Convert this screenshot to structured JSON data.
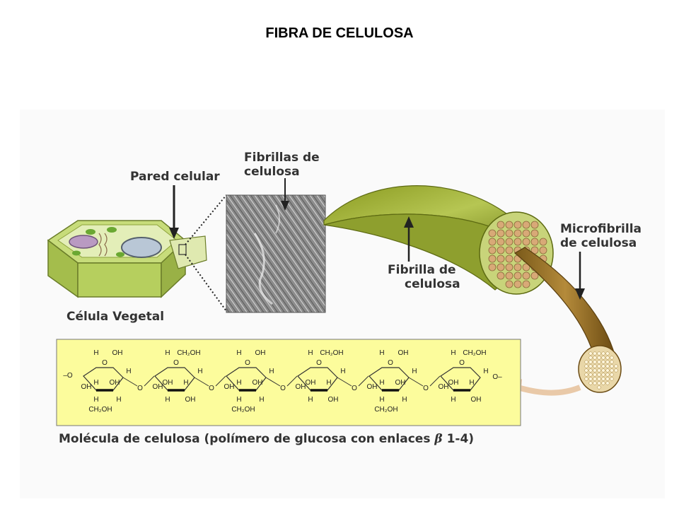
{
  "title": "FIBRA DE CELULOSA",
  "labels": {
    "pared_celular": "Pared celular",
    "fibrillas_line1": "Fibrillas de",
    "fibrillas_line2": "celulosa",
    "fibrilla_line1": "Fibrilla de",
    "fibrilla_line2": "celulosa",
    "microfibrilla_line1": "Microfibrilla",
    "microfibrilla_line2": "de celulosa",
    "celula_vegetal": "Célula Vegetal"
  },
  "caption": {
    "text": "Molécula de celulosa (polímero de glucosa con enlaces",
    "beta": "β",
    "bond": "1-4)"
  },
  "molecule": {
    "rings": [
      {
        "top_left": "H",
        "top_right": "OH",
        "left": "OH",
        "right": "H",
        "inner_left": "H",
        "inner_right": "OH",
        "bottom_left": "H",
        "bottom_right": "H",
        "sub": "CH₂OH"
      },
      {
        "top_left": "H",
        "top_right": "CH₂OH",
        "left": "OH",
        "right": "H",
        "inner_left": "OH",
        "inner_right": "H",
        "bottom_left": "H",
        "bottom_right": "OH",
        "sub": ""
      },
      {
        "top_left": "H",
        "top_right": "OH",
        "left": "OH",
        "right": "H",
        "inner_left": "H",
        "inner_right": "OH",
        "bottom_left": "H",
        "bottom_right": "H",
        "sub": "CH₂OH"
      },
      {
        "top_left": "H",
        "top_right": "CH₂OH",
        "left": "OH",
        "right": "H",
        "inner_left": "OH",
        "inner_right": "H",
        "bottom_left": "H",
        "bottom_right": "OH",
        "sub": ""
      },
      {
        "top_left": "H",
        "top_right": "OH",
        "left": "OH",
        "right": "H",
        "inner_left": "H",
        "inner_right": "OH",
        "bottom_left": "H",
        "bottom_right": "H",
        "sub": "CH₂OH"
      },
      {
        "top_left": "H",
        "top_right": "CH₂OH",
        "left": "OH",
        "right": "H",
        "inner_left": "OH",
        "inner_right": "H",
        "bottom_left": "H",
        "bottom_right": "OH",
        "sub": ""
      }
    ],
    "oxygen": "O",
    "end_left": "–O",
    "end_right": "O–"
  },
  "colors": {
    "molecule_panel": "#fcfc9c",
    "fibril": "#a8b83a",
    "microfibril": "#a07a2a",
    "cell": "#b8d36a"
  }
}
